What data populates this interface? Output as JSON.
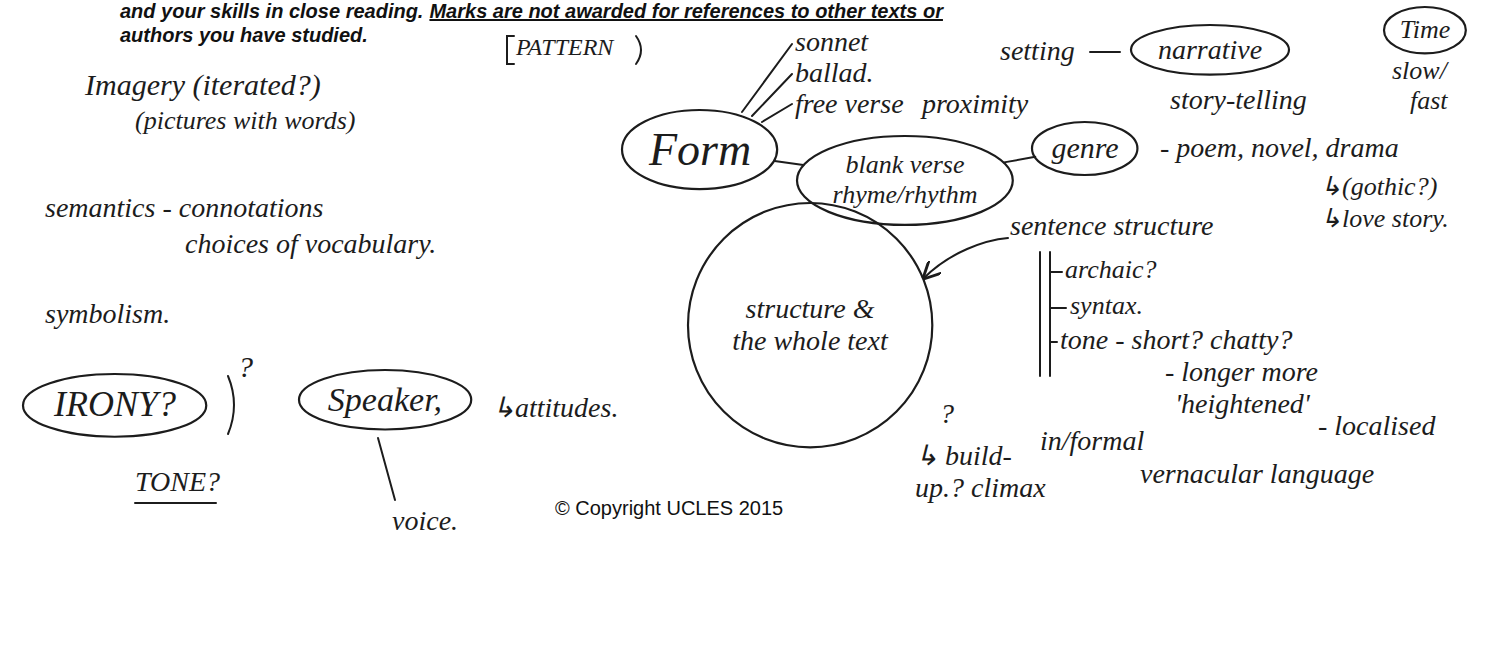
{
  "diagram": {
    "nodes": [
      {
        "text": [
          "Form"
        ]
      },
      {
        "text": [
          "narrative"
        ]
      },
      {
        "text": [
          "Time"
        ]
      },
      {
        "text": [
          "blank verse",
          "rhyme/rhythm"
        ]
      },
      {
        "text": [
          "genre"
        ]
      },
      {
        "text": [
          "structure & the whole text"
        ]
      },
      {
        "text": [
          "IRONY?"
        ]
      },
      {
        "text": [
          "Speaker,"
        ]
      }
    ],
    "edges": [
      {
        "from": 0,
        "to": 3,
        "arrow": "none"
      },
      {
        "from": 4,
        "to": 3,
        "arrow": "none"
      }
    ],
    "labels": [
      "and your skills in close reading.",
      "Marks are not awarded for references to other texts or",
      "authors you have studied.",
      "PATTERN",
      "sonnet",
      "ballad.",
      "free verse",
      "proximity",
      "setting",
      "story-telling",
      "slow/",
      "fast",
      "Imagery (iterated?)",
      "(pictures with words)",
      "- poem, novel, drama",
      "↳(gothic?)",
      "↳love story.",
      "semantics - connotations",
      "choices of vocabulary.",
      "sentence structure",
      "archaic?",
      "syntax.",
      "tone - short? chatty?",
      "- longer more",
      "'heightened'",
      "in/formal",
      "- localised",
      "vernacular language",
      "symbolism.",
      "?",
      "TONE?",
      "↳attitudes.",
      "voice.",
      "↳ build-up.? climax",
      "?",
      "© Copyright UCLES 2015"
    ]
  }
}
